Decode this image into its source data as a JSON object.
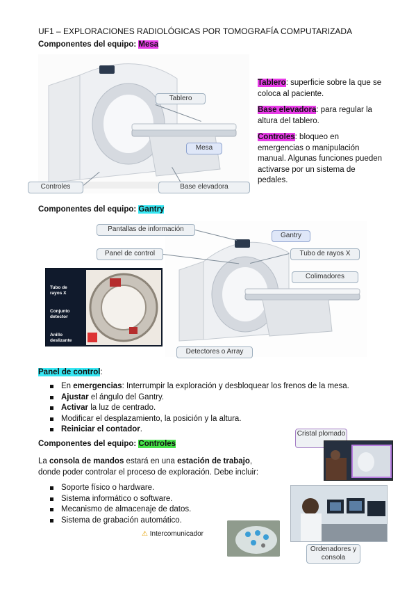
{
  "header": {
    "title": "UF1 – EXPLORACIONES RADIOLÓGICAS POR TOMOGRAFÍA COMPUTARIZADA"
  },
  "sec_mesa": {
    "prefix": "Componentes del equipo: ",
    "tag": "Mesa"
  },
  "mesa_callouts": {
    "tablero": "Tablero",
    "mesa": "Mesa",
    "controles": "Controles",
    "base": "Base elevadora"
  },
  "mesa_desc": [
    {
      "term": "Tablero",
      "text": ": superficie sobre la que se coloca al paciente."
    },
    {
      "term": "Base elevadora",
      "text": ": para regular la altura del tablero."
    },
    {
      "term": "Controles",
      "text": ": bloqueo en emergencias o manipulación manual. Algunas funciones pueden activarse por un sistema de pedales."
    }
  ],
  "sec_gantry": {
    "prefix": "Componentes del equipo: ",
    "tag": "Gantry"
  },
  "gantry_callouts": {
    "pantallas": "Pantallas de información",
    "gantry": "Gantry",
    "panel": "Panel de control",
    "tubo": "Tubo de rayos X",
    "colimadores": "Colimadores",
    "detectores": "Detectores o Array"
  },
  "gantry_inner": {
    "tubo": "Tubo de rayos X",
    "conjunto": "Conjunto detector",
    "anillo": "Anillo deslizante"
  },
  "panel": {
    "title": "Panel de control",
    "suffix": ":"
  },
  "panel_items": [
    {
      "bold": "",
      "pre": "En ",
      "b": "emergencias",
      "post": ": Interrumpir la exploración y desbloquear los frenos de la mesa."
    },
    {
      "pre": "",
      "b": "Ajustar",
      "post": " el ángulo del Gantry."
    },
    {
      "pre": "",
      "b": "Activar",
      "post": " la luz de centrado."
    },
    {
      "pre": "",
      "b": "",
      "post": "Modificar el desplazamiento, la posición y la altura."
    },
    {
      "pre": "",
      "b": "Reiniciar el contador",
      "post": "."
    }
  ],
  "sec_controles": {
    "prefix": "Componentes del equipo: ",
    "tag": "Controles"
  },
  "consola": {
    "p1": "La ",
    "b1": "consola de mandos",
    "p2": " estará en una ",
    "b2": "estación de trabajo",
    "p3": ",",
    "line2": "donde poder controlar el proceso de exploración. Debe incluir:"
  },
  "consola_items": [
    "Soporte físico o hardware.",
    "Sistema informático o software.",
    "Mecanismo de almacenaje de datos.",
    "Sistema de grabación automático."
  ],
  "right_callouts": {
    "cristal": "Cristal plomado",
    "ordenadores": "Ordenadores y consola"
  },
  "intercom": {
    "label": "Intercomunicador"
  }
}
